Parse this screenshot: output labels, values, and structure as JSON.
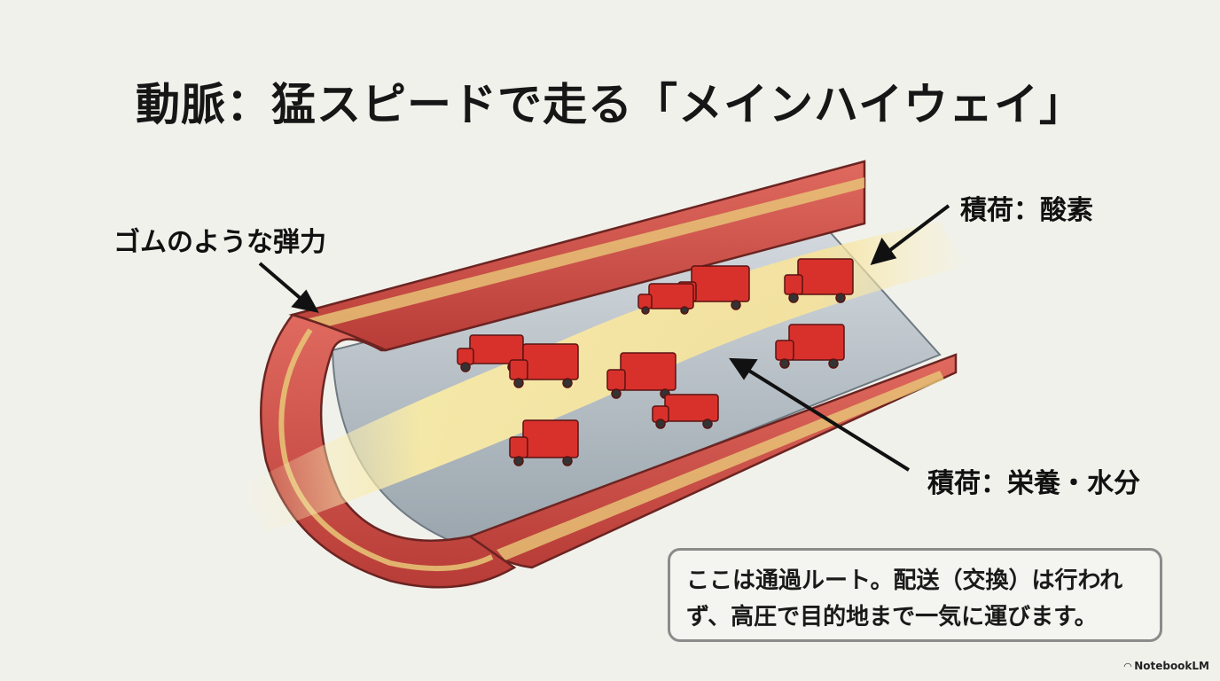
{
  "title": "動脈：猛スピードで走る「メインハイウェイ」",
  "labels": {
    "elasticity": "ゴムのような弾力",
    "cargo_oxygen": "積荷：酸素",
    "cargo_nutrients": "積荷：栄養・水分"
  },
  "note": {
    "line1": "ここは通過ルート。配送（交換）は行われ",
    "line2": "ず、高圧で目的地まで一気に運びます。"
  },
  "branding": {
    "name": "NotebookLM",
    "icon": "notebooklm-logo-icon"
  },
  "colors": {
    "background": "#f1f1ec",
    "artery_wall": "#cf4a44",
    "artery_inner": "#b9c2c9",
    "blood_flow": "#f6e7a0",
    "truck": "#d8312c"
  }
}
